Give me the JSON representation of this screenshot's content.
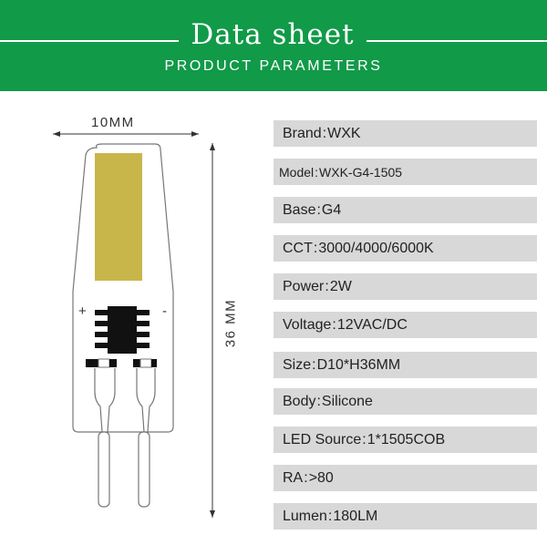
{
  "header": {
    "title": "Data sheet",
    "subtitle": "PRODUCT PARAMETERS",
    "color": "#119a48"
  },
  "dimensions": {
    "width_label": "10MM",
    "height_label": "36 MM"
  },
  "params": [
    {
      "label": "Brand",
      "value": "WXK"
    },
    {
      "label": "Model",
      "value": "WXK-G4-1505"
    },
    {
      "label": "Base",
      "value": "G4"
    },
    {
      "label": "CCT",
      "value": "3000/4000/6000K"
    },
    {
      "label": "Power",
      "value": "2W"
    },
    {
      "label": "Voltage",
      "value": "12VAC/DC"
    },
    {
      "label": "Size",
      "value": "D10*H36MM"
    },
    {
      "label": "Body",
      "value": "Silicone"
    },
    {
      "label": "LED Source",
      "value": "1*1505COB"
    },
    {
      "label": "RA",
      "value": ">80"
    },
    {
      "label": "Lumen",
      "value": "180LM"
    }
  ],
  "diagram": {
    "polarity_plus": "+",
    "polarity_minus": "-",
    "led_color": "#c8b64a",
    "chip_color": "#111111"
  }
}
